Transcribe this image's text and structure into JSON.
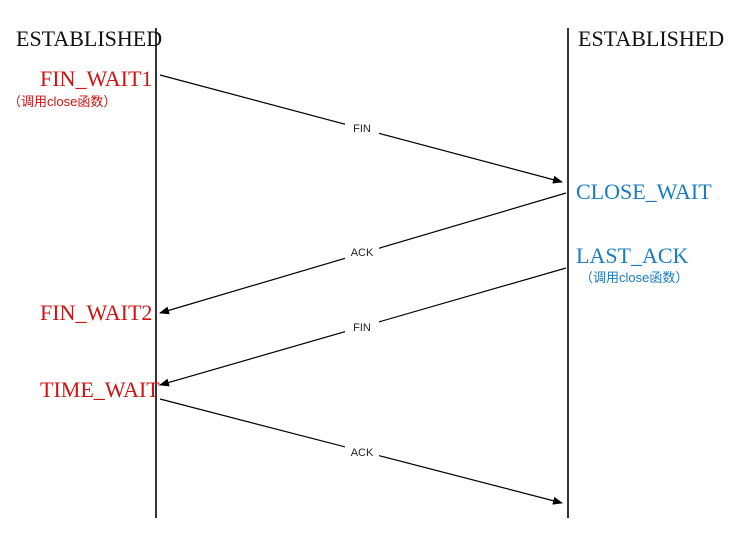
{
  "colors": {
    "client": "#cc1414",
    "server": "#1a7bbf",
    "lines": "#000000"
  },
  "client": {
    "initial_state": "ESTABLISHED",
    "fin_wait1": "FIN_WAIT1",
    "fin_wait1_note": "（调用close函数）",
    "fin_wait2": "FIN_WAIT2",
    "time_wait": "TIME_WAIT"
  },
  "server": {
    "initial_state": "ESTABLISHED",
    "close_wait": "CLOSE_WAIT",
    "last_ack": "LAST_ACK",
    "last_ack_note": "（调用close函数）"
  },
  "messages": [
    {
      "label": "FIN"
    },
    {
      "label": "ACK"
    },
    {
      "label": "FIN"
    },
    {
      "label": "ACK"
    }
  ]
}
